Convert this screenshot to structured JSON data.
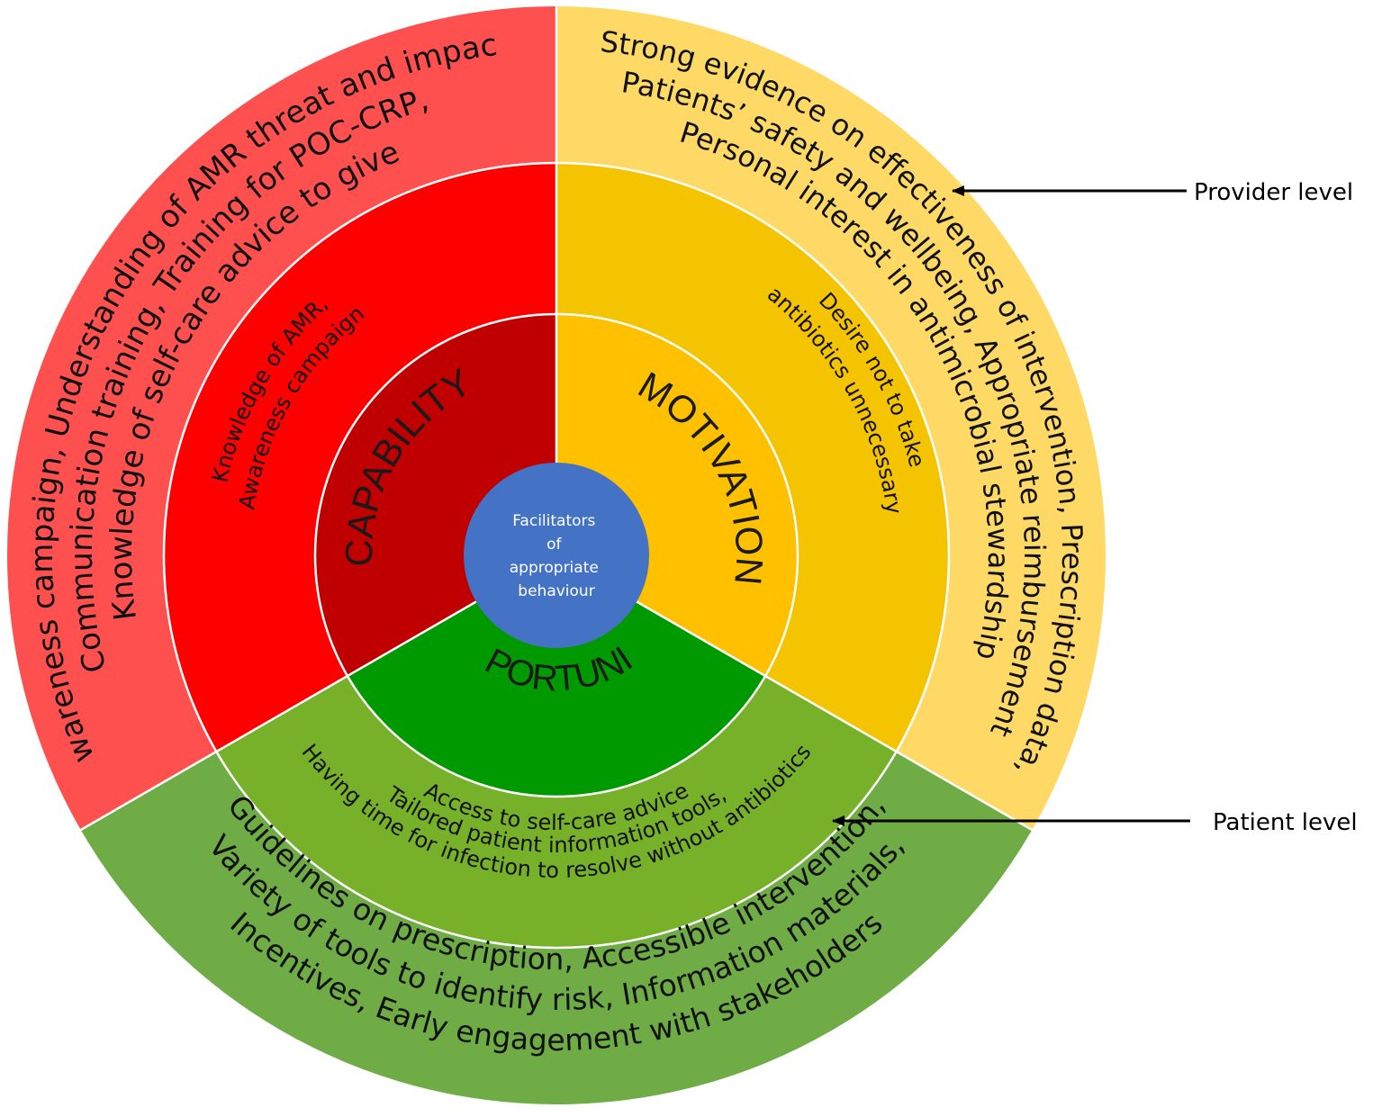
{
  "center": {
    "lines": [
      "Facilitators",
      "of",
      "appropriate",
      "behaviour"
    ],
    "color": "#4472C4"
  },
  "segments": {
    "capability": {
      "label": "CAPABILITY",
      "colors": {
        "core": "#C00000",
        "patient": "#FF0000",
        "provider": "#FF5050"
      },
      "patient_lines": [
        "Knowledge of AMR,",
        "Awareness campaign"
      ],
      "provider_lines": [
        "Awareness campaign, Understanding of AMR threat and impact,",
        "Communication training, Training for POC-CRP,",
        "Knowledge of self-care advice to give"
      ]
    },
    "motivation": {
      "label": "MOTIVATION",
      "colors": {
        "core": "#FFC000",
        "patient": "#F5C400",
        "provider": "#FFD966"
      },
      "patient_lines": [
        "Desire not to take",
        "antibiotics unnecessary"
      ],
      "provider_lines": [
        "Strong evidence on effectiveness of intervention, Prescription data,",
        "Patients’ safety and wellbeing, Appropriate reimbursement",
        "Personal interest in antimicrobial stewardship"
      ]
    },
    "opportunity": {
      "label": "OPPORTUNITY",
      "colors": {
        "core": "#009900",
        "patient": "#77B12A",
        "provider": "#6FAC46"
      },
      "patient_lines": [
        "Access to self-care advice",
        "Tailored patient information tools,",
        "Having time for infection to resolve without antibiotics"
      ],
      "provider_lines": [
        "Guidelines on prescription,  Accessible intervention,",
        "Variety of tools to identify risk, Information materials,",
        "Incentives, Early engagement with stakeholders"
      ]
    }
  },
  "levels": {
    "provider": "Provider level",
    "patient": "Patient level"
  },
  "ring_border_color": "#ffffff",
  "arrow_color": "#000000"
}
